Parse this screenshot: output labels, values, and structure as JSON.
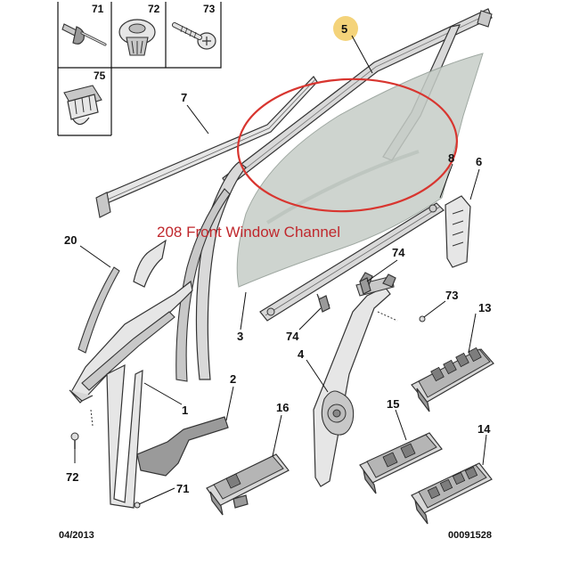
{
  "callouts": {
    "c71a": "71",
    "c72a": "72",
    "c73a": "73",
    "c75": "75",
    "c5": "5",
    "c7": "7",
    "c8": "8",
    "c6": "6",
    "c20": "20",
    "c74a": "74",
    "c74b": "74",
    "c73b": "73",
    "c13": "13",
    "c3": "3",
    "c4": "4",
    "c1": "1",
    "c2": "2",
    "c16": "16",
    "c15": "15",
    "c14": "14",
    "c72b": "72",
    "c71b": "71"
  },
  "caption": "208 Front Window Channel",
  "footer": {
    "date": "04/2013",
    "ref": "00091528"
  },
  "colors": {
    "highlight_ellipse": "#d8352f",
    "caption_text": "#c0282d",
    "badge_fill": "#f4d37a"
  }
}
